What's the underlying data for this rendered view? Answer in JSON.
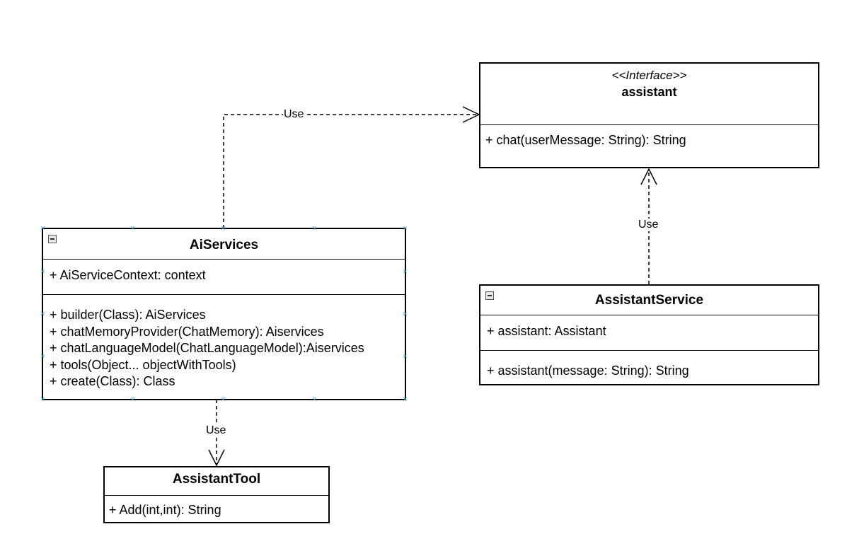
{
  "classes": {
    "assistant": {
      "stereotype": "<<Interface>>",
      "name": "assistant",
      "methods": [
        "+ chat(userMessage: String): String"
      ]
    },
    "aiservices": {
      "name": "AiServices",
      "attributes": [
        "+ AiServiceContext: context"
      ],
      "methods": [
        "+ builder(Class): AiServices",
        "+ chatMemoryProvider(ChatMemory): Aiservices",
        "+ chatLanguageModel(ChatLanguageModel):Aiservices",
        "+ tools(Object... objectWithTools)",
        "+ create(Class): Class"
      ]
    },
    "assistant_service": {
      "name": "AssistantService",
      "attributes": [
        "+ assistant: Assistant"
      ],
      "methods": [
        "+ assistant(message: String): String"
      ]
    },
    "assistant_tool": {
      "name": "AssistantTool",
      "methods": [
        "+ Add(int,int): String"
      ]
    }
  },
  "edges": {
    "aiservices_to_assistant": "Use",
    "assistantservice_to_assistant": "Use",
    "aiservices_to_assistanttool": "Use"
  }
}
